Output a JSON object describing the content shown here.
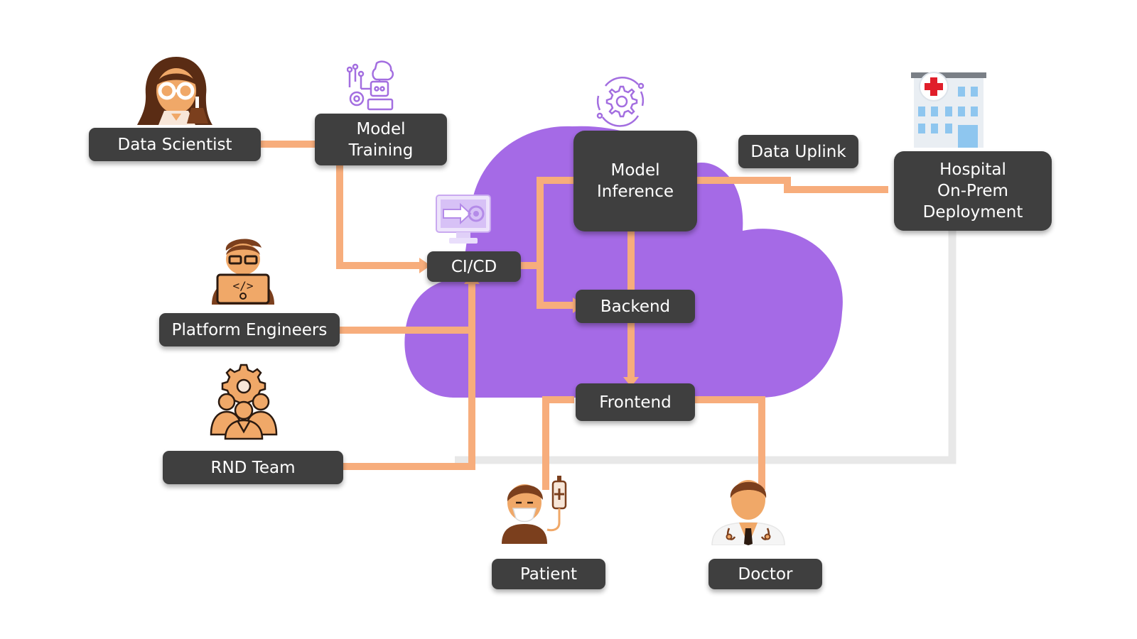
{
  "colors": {
    "cloud": "#a56ae6",
    "node": "#3f3f3f",
    "text": "#ffffff",
    "flow": "#f7ad7c",
    "uplink": "#e8e8e8",
    "icon_orange": "#f0a868",
    "icon_brown": "#7b3f1d",
    "icon_purple": "#a36ee0"
  },
  "nodes": {
    "data_scientist": "Data Scientist",
    "model_training": "Model\nTraining",
    "platform_engineers": "Platform Engineers",
    "rnd_team": "RND Team",
    "cicd": "CI/CD",
    "model_inference": "Model\nInference",
    "backend": "Backend",
    "frontend": "Frontend",
    "data_uplink": "Data Uplink",
    "hospital": "Hospital\nOn-Prem\nDeployment",
    "patient": "Patient",
    "doctor": "Doctor"
  },
  "icons": {
    "data_scientist": "female-scientist-icon",
    "model_training": "robot-brain-icon",
    "platform_engineers": "developer-laptop-icon",
    "rnd_team": "team-gear-icon",
    "cicd": "monitor-pipeline-icon",
    "model_inference": "gear-cycle-icon",
    "hospital": "hospital-building-icon",
    "patient": "patient-iv-icon",
    "doctor": "doctor-icon"
  }
}
